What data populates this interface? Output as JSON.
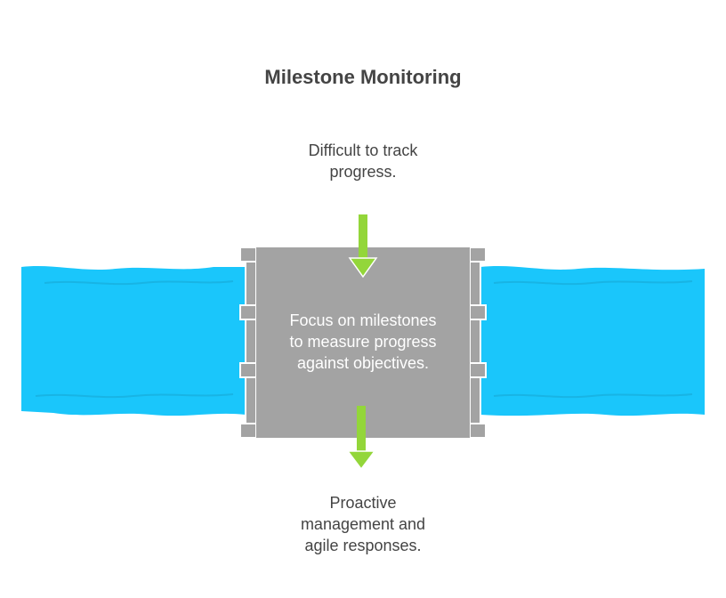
{
  "title": "Milestone Monitoring",
  "top_text": [
    "Difficult to track",
    "progress."
  ],
  "center_text": [
    "Focus on milestones",
    "to measure progress",
    "against objectives."
  ],
  "bottom_text": [
    "Proactive",
    "management and",
    "agile responses."
  ],
  "colors": {
    "water": "#1AC6FB",
    "water_line": "#17A8D6",
    "dam": "#A3A3A3",
    "dam_frame": "#8C8C8C",
    "arrow": "#93D63A",
    "text": "#444444"
  }
}
